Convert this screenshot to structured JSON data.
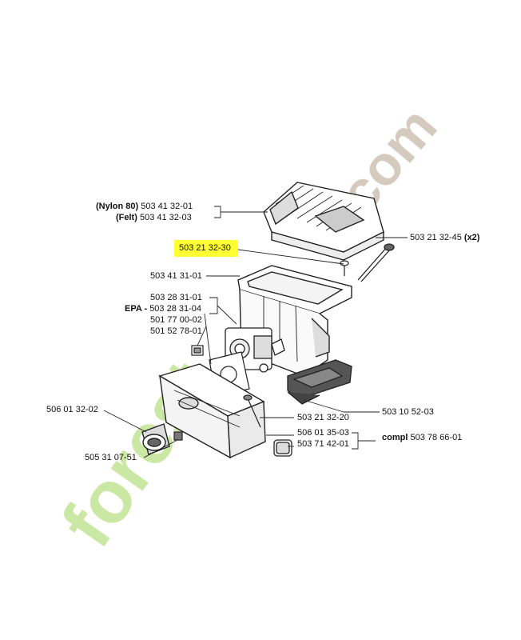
{
  "watermark": {
    "text_main": "forest",
    "text_domain": ".com",
    "color_green": "#c8e6a0",
    "color_grey": "#d2c9bb"
  },
  "colors": {
    "line": "#222222",
    "highlight": "#ffff33"
  },
  "labels": {
    "nylon_prefix": "(Nylon 80)",
    "nylon_part": "503 41 32-01",
    "felt_prefix": "(Felt)",
    "felt_part": "503 41 32-03",
    "highlighted_part": "503 21 32-30",
    "screw_part": "503 21 32-45",
    "screw_qty": "(x2)",
    "frame_part": "503 41 31-01",
    "carb_part": "503 28 31-01",
    "epa_prefix": "EPA -",
    "epa_part": "503 28 31-04",
    "gasket_part": "501 77 00-02",
    "nut_part": "501 52 78-01",
    "bracket_part": "503 10 52-03",
    "bolt_part": "503 21 32-20",
    "sleeve_part": "506 01 32-02",
    "clip_part": "506 01 35-03",
    "cap_part": "503 71 42-01",
    "compl_prefix": "compl",
    "compl_part": "503 78 66-01",
    "plug_part": "505 31 07-51"
  }
}
